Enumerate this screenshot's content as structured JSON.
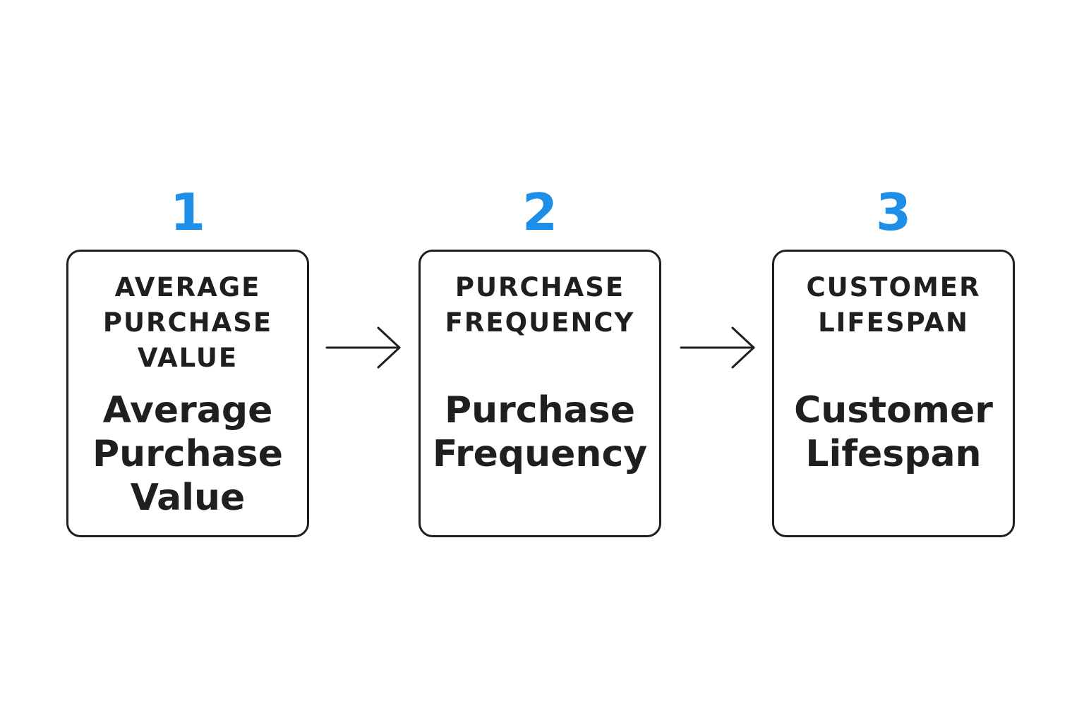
{
  "steps": [
    {
      "number": "1",
      "heading": "AVERAGE\nPURCHASE\nVALUE",
      "title": "Average\nPurchase\nValue"
    },
    {
      "number": "2",
      "heading": "PURCHASE\nFREQUENCY",
      "title": "Purchase\nFrequency"
    },
    {
      "number": "3",
      "heading": "CUSTOMER\nLIFESPAN",
      "title": "Customer\nLifespan"
    }
  ],
  "arrows": [
    {
      "icon": "arrow-right-icon"
    },
    {
      "icon": "arrow-right-icon"
    }
  ],
  "colors": {
    "accent": "#1e8fe8",
    "text": "#1f1f1f",
    "border": "#1f1f1f",
    "background": "#ffffff"
  }
}
